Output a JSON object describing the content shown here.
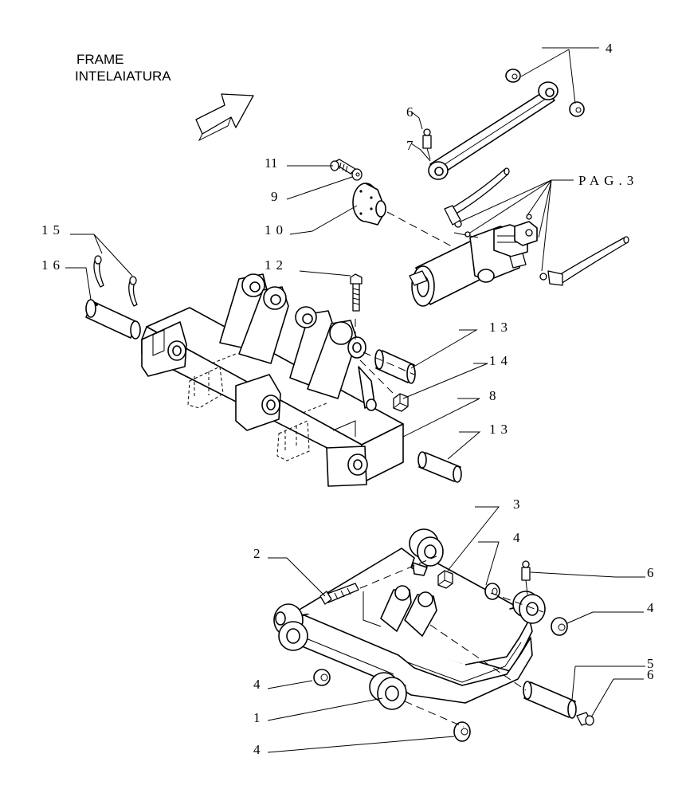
{
  "title": {
    "line1": "FRAME",
    "line2": "INTELAIATURA"
  },
  "page_reference": "PAG.3",
  "callouts": {
    "c1": "1",
    "c2": "2",
    "c3": "3",
    "c4a": "4",
    "c4b": "4",
    "c4c": "4",
    "c4d": "4",
    "c4e": "4",
    "c5": "5",
    "c6a": "6",
    "c6b": "6",
    "c6c": "6",
    "c7": "7",
    "c8": "8",
    "c9": "9",
    "c10": "10",
    "c11": "11",
    "c12": "12",
    "c13a": "13",
    "c13b": "13",
    "c14": "14",
    "c15": "15",
    "c16": "16"
  },
  "icons": {
    "direction": "direction-arrow-icon"
  }
}
